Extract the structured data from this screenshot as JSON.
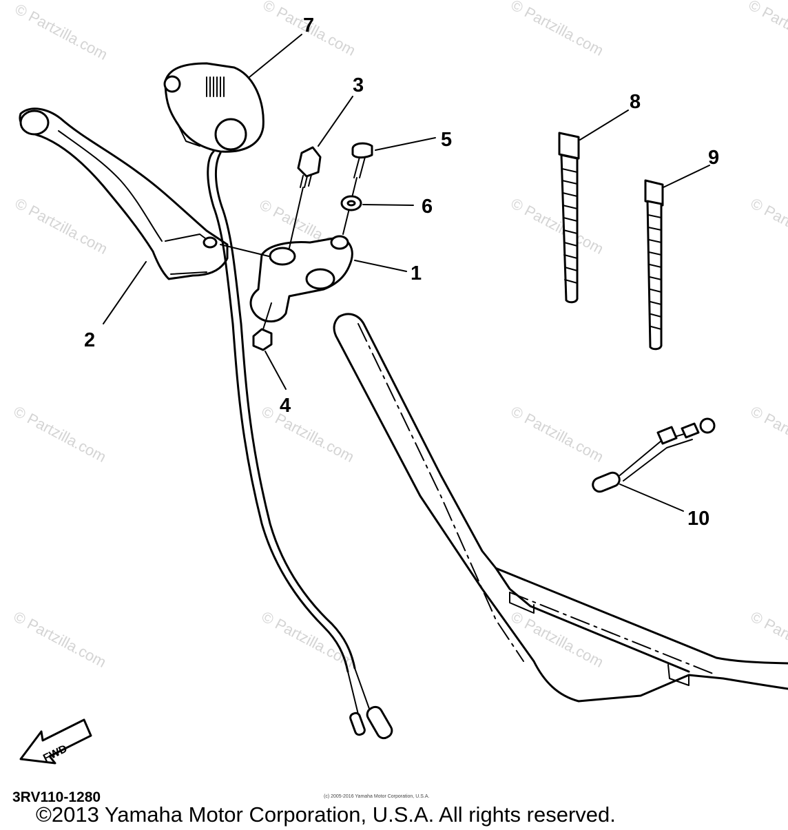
{
  "watermark": "© Partzilla.com",
  "callouts": [
    "1",
    "2",
    "3",
    "4",
    "5",
    "6",
    "7",
    "8",
    "9",
    "10"
  ],
  "direction_label": "FWD",
  "diagram_code": "3RV110-1280",
  "small_print": "(c) 2005-2016 Yamaha Motor Corporation, U.S.A.",
  "copyright": "©2013 Yamaha Motor Corporation, U.S.A. All rights reserved.",
  "colors": {
    "line": "#000000",
    "background": "#ffffff",
    "watermark": "#d4d4d4"
  }
}
